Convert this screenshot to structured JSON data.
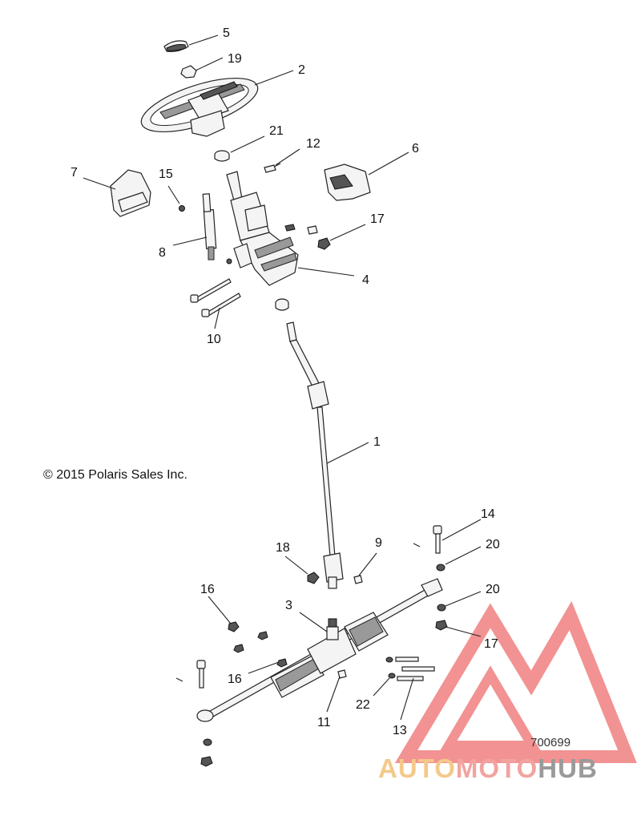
{
  "copyright": "© 2015 Polaris Sales Inc.",
  "diagram_code": "700699",
  "watermark": {
    "part1": "AUTO",
    "part2": "MOTO",
    "part3": "HUB"
  },
  "callouts": {
    "c1": "1",
    "c2": "2",
    "c3": "3",
    "c4": "4",
    "c5": "5",
    "c6": "6",
    "c7": "7",
    "c8": "8",
    "c9": "9",
    "c10": "10",
    "c11": "11",
    "c12": "12",
    "c13": "13",
    "c14": "14",
    "c15": "15",
    "c16a": "16",
    "c16b": "16",
    "c17a": "17",
    "c17b": "17",
    "c18": "18",
    "c19": "19",
    "c20a": "20",
    "c20b": "20",
    "c21": "21",
    "c22": "22"
  },
  "colors": {
    "watermark_red": "#f08080",
    "watermark_orange": "#f4c98a",
    "watermark_gray": "#9a9a9a"
  }
}
